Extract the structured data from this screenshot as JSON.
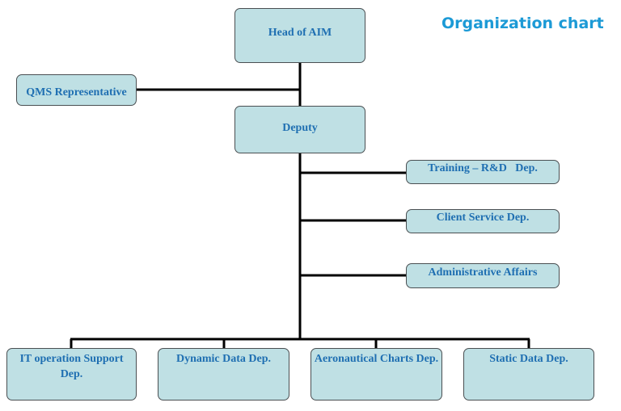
{
  "title": "Organization chart",
  "colors": {
    "box_fill": "#bfe0e4",
    "box_border": "#4a4f52",
    "box_text": "#1f6fb2",
    "title_text": "#1c9ad6",
    "connector": "#000000"
  },
  "nodes": {
    "head": "Head of AIM",
    "qms": "QMS Representative",
    "deputy": "Deputy",
    "training": "Training – R&D   Dep.",
    "client": "Client Service Dep.",
    "admin": "Administrative Affairs",
    "it_line1": "IT operation Support",
    "it_line2": "Dep.",
    "dynamic": "Dynamic Data Dep.",
    "charts": "Aeronautical Charts Dep.",
    "static": "Static Data Dep."
  }
}
